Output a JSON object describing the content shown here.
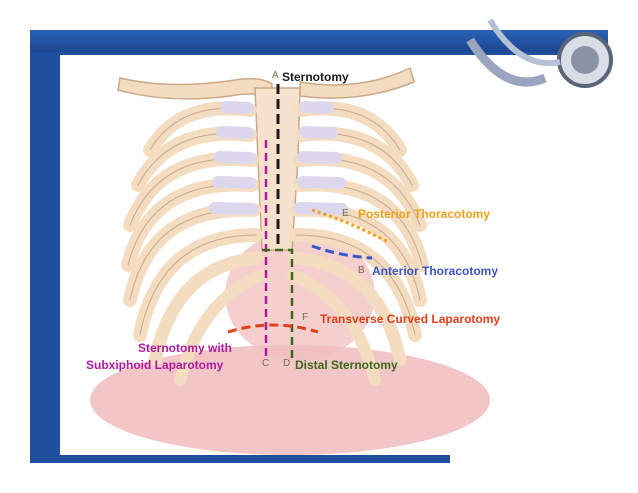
{
  "labels": {
    "sternotomy": "Sternotomy",
    "posterior_thoracotomy": "Posterior Thoracotomy",
    "anterior_thoracotomy": "Anterior Thoracotomy",
    "transverse_curved_laparotomy": "Transverse Curved Laparotomy",
    "sternotomy_with_line1": "Sternotomy with",
    "sternotomy_with_line2": "Subxiphoid Laparotomy",
    "distal_sternotomy": "Distal Sternotomy"
  },
  "letters": {
    "a": "A",
    "b": "B",
    "c": "C",
    "d": "D",
    "e": "E",
    "f": "F"
  },
  "colors": {
    "frame_blue": "#1f4f9c",
    "sternotomy": "#1a1a1a",
    "posterior_thoracotomy": "#f0a018",
    "anterior_thoracotomy": "#3a57c8",
    "transverse_curved_laparotomy": "#e0401a",
    "sternotomy_with_subxiphoid": "#b01aa0",
    "distal_sternotomy": "#3a6a1a",
    "bone": "#f3dcc0",
    "cartilage": "#dcd7ec"
  },
  "icons": [
    "stethoscope-icon"
  ]
}
